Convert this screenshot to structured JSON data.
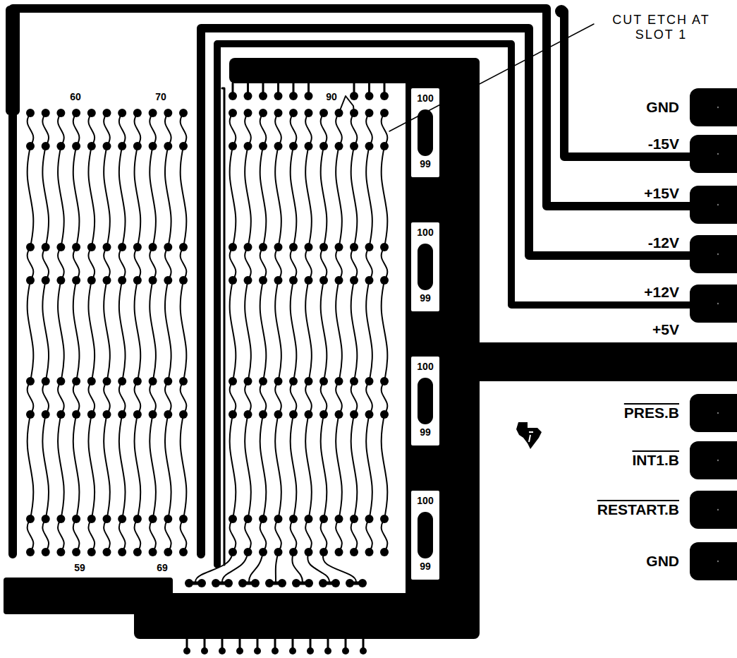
{
  "diagram": {
    "labels": [
      "CUT ETCH AT SLOT 1",
      "60",
      "70",
      "90",
      "100",
      "99",
      "100",
      "99",
      "100",
      "99",
      "100",
      "99",
      "59",
      "69",
      "GND",
      "-15V",
      "+15V",
      "-12V",
      "+12V",
      "+5V",
      "PRES.B",
      "INT1.B",
      "RESTART.B",
      "GND"
    ]
  }
}
